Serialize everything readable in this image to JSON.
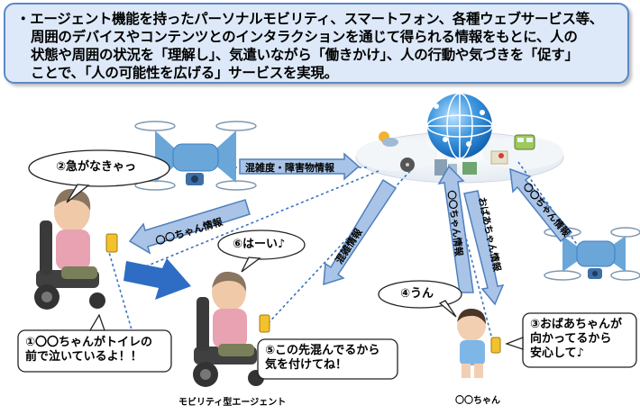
{
  "header": {
    "lines": [
      "・エージェント機能を持ったパーソナルモビリティ、スマートフォン、各種ウェブサービス等、",
      "周囲のデバイスやコンテンツとのインタラクションを通じて得られる情報をもとに、人の",
      "状態や周囲の状況を「理解し」、気遣いながら「働きかけ」、人の行動や気づきを「促す」",
      "ことで、「人の可能性を広げる」サービスを実現。"
    ]
  },
  "arrows": {
    "congestion_obstacle": "混雑度・障害物情報",
    "child_info_left": "〇〇ちゃん情報",
    "congestion": "混雑情報",
    "child_info_up": "〇〇ちゃん情報",
    "grandma_info": "おばあちゃん情報",
    "child_info_drone": "〇〇ちゃん情報"
  },
  "bubbles": {
    "hurry": "②急がなきゃっ",
    "haai": "⑥はーい♪",
    "un": "④うん",
    "crying": [
      "①〇〇ちゃんがトイレの",
      "前で泣いているよ！！"
    ],
    "crowded": [
      "⑤この先混んでるから",
      "気を付けてね！"
    ],
    "coming": [
      "③おばあちゃんが",
      "向かってるから",
      "安心して♪"
    ]
  },
  "labels": {
    "mobility_agent": "モビリティ型エージェント",
    "child": "〇〇ちゃん"
  },
  "colors": {
    "header_bg": "#dde9f8",
    "header_border": "#5b88c8",
    "arrow_fill": "#a9c4e6",
    "arrow_stroke": "#4f7fbf",
    "big_arrow": "#2f6cc4",
    "drone": "#6aa6d8",
    "globe": "#2a86d8",
    "dotted_line": "#3a72c4"
  }
}
